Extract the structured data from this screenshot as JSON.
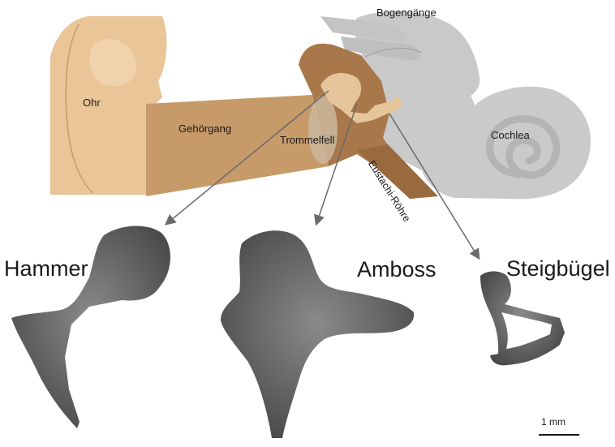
{
  "labels": {
    "ohr": "Ohr",
    "gehoergang": "Gehörgang",
    "trommelfell": "Trommelfell",
    "bogengaenge": "Bogengänge",
    "cochlea": "Cochlea",
    "eustachi": "Eustachi-Röhre"
  },
  "ossicles": {
    "hammer": "Hammer",
    "amboss": "Amboss",
    "steigbuegel": "Steigbügel"
  },
  "scale_bar": {
    "label": "1 mm"
  },
  "colors": {
    "outer_ear": "#e9c597",
    "canal": "#c79a69",
    "middle_ear": "#a9784a",
    "inner_ear": "#c9c9c9",
    "bone": "#6e6e6e",
    "arrow": "#6a6a6a"
  }
}
